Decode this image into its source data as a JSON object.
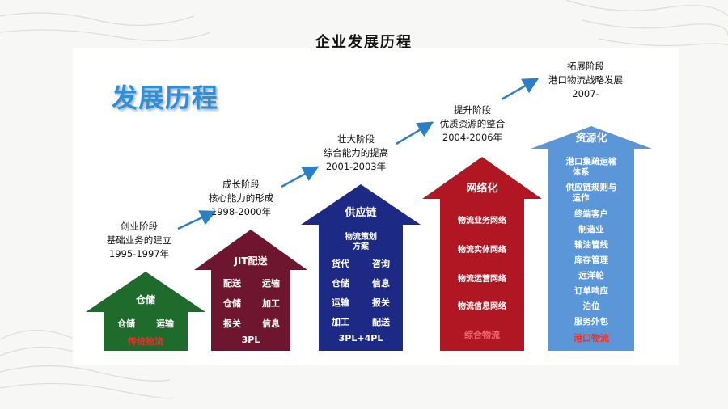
{
  "page_title": "企业发展历程",
  "heading": "发展历程",
  "stages": [
    {
      "name": "创业阶段",
      "desc": "基础业务的建立",
      "years": "1995-1997年"
    },
    {
      "name": "成长阶段",
      "desc": "核心能力的形成",
      "years": "1998-2000年"
    },
    {
      "name": "壮大阶段",
      "desc": "综合能力的提高",
      "years": "2001-2003年"
    },
    {
      "name": "提升阶段",
      "desc": "优质资源的整合",
      "years": "2004-2006年"
    },
    {
      "name": "拓展阶段",
      "desc": "港口物流战略发展",
      "years": "2007-"
    }
  ],
  "arrows": [
    {
      "title": "仓储",
      "items": [
        "仓储",
        "运输"
      ],
      "footer": "传统物流",
      "color": "#1f6b2c",
      "footer_color": "#e8312a"
    },
    {
      "title": "JIT配送",
      "items": [
        "配送",
        "运输",
        "仓储",
        "加工",
        "报关",
        "信息"
      ],
      "footer": "3PL",
      "color": "#6e1630",
      "footer_color": "#ffffff"
    },
    {
      "title": "供应链",
      "items": [
        "物流策划",
        "方案",
        "货代",
        "咨询",
        "仓储",
        "信息",
        "运输",
        "报关",
        "加工",
        "配送"
      ],
      "footer": "3PL+4PL",
      "color": "#1c2a85",
      "footer_color": "#ffffff"
    },
    {
      "title": "网络化",
      "items": [
        "物流业务网络",
        "物流实体网络",
        "物流运营网络",
        "物流信息网络"
      ],
      "footer": "综合物流",
      "color": "#b01722",
      "footer_color": "#f06a6a"
    },
    {
      "title": "资源化",
      "items": [
        "港口集疏运输",
        "体系",
        "供应链规则与",
        "运作",
        "终端客户",
        "制造业",
        "输油管线",
        "库存管理",
        "远洋轮",
        "订单响应",
        "泊位",
        "服务外包"
      ],
      "footer": "港口物流",
      "color": "#5b96d8",
      "footer_color": "#e8312a"
    }
  ],
  "colors": {
    "heading": "#2e8fd6",
    "connector": "#2d7fc4"
  }
}
